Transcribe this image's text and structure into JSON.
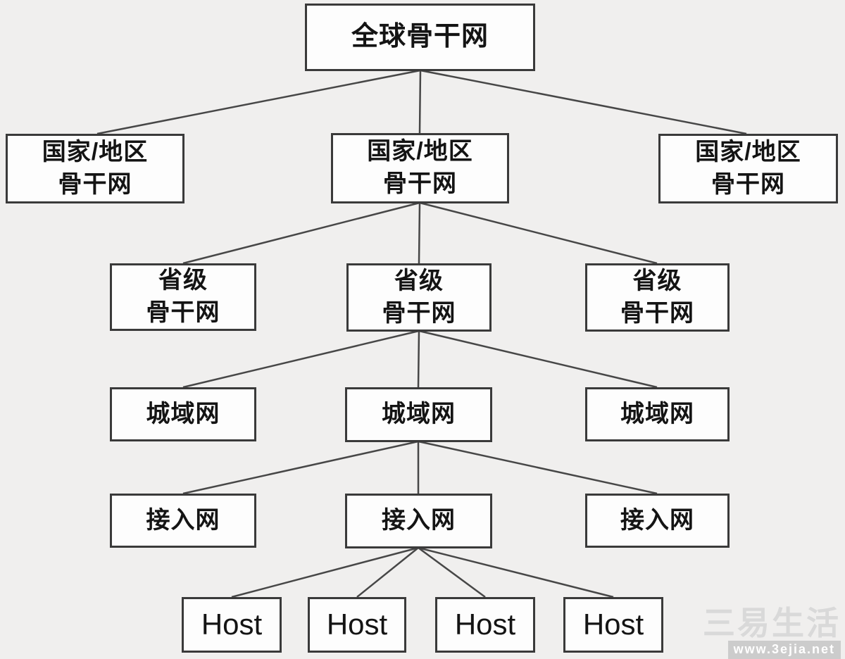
{
  "diagram": {
    "type": "tree-hierarchy",
    "description": "Internet network hierarchy diagram",
    "levels": [
      "全球骨干网",
      "国家/地区骨干网",
      "省级骨干网",
      "城域网",
      "接入网",
      "Host"
    ]
  },
  "nodes": {
    "global": {
      "label": "全球骨干网"
    },
    "national_left": {
      "label": "国家/地区\n骨干网"
    },
    "national_center": {
      "label": "国家/地区\n骨干网"
    },
    "national_right": {
      "label": "国家/地区\n骨干网"
    },
    "provincial_left": {
      "label": "省级\n骨干网"
    },
    "provincial_center": {
      "label": "省级\n骨干网"
    },
    "provincial_right": {
      "label": "省级\n骨干网"
    },
    "metro_left": {
      "label": "城域网"
    },
    "metro_center": {
      "label": "城域网"
    },
    "metro_right": {
      "label": "城域网"
    },
    "access_left": {
      "label": "接入网"
    },
    "access_center": {
      "label": "接入网"
    },
    "access_right": {
      "label": "接入网"
    },
    "host_1": {
      "label": "Host"
    },
    "host_2": {
      "label": "Host"
    },
    "host_3": {
      "label": "Host"
    },
    "host_4": {
      "label": "Host"
    }
  },
  "watermark": {
    "logo": "三易生活",
    "url": "www.3ejia.net"
  },
  "colors": {
    "background": "#f0efee",
    "box_fill": "#fdfdfd",
    "box_border": "#3a3a3a",
    "connector_line": "#474747",
    "text": "#141414",
    "watermark": "#d9d9d9"
  }
}
